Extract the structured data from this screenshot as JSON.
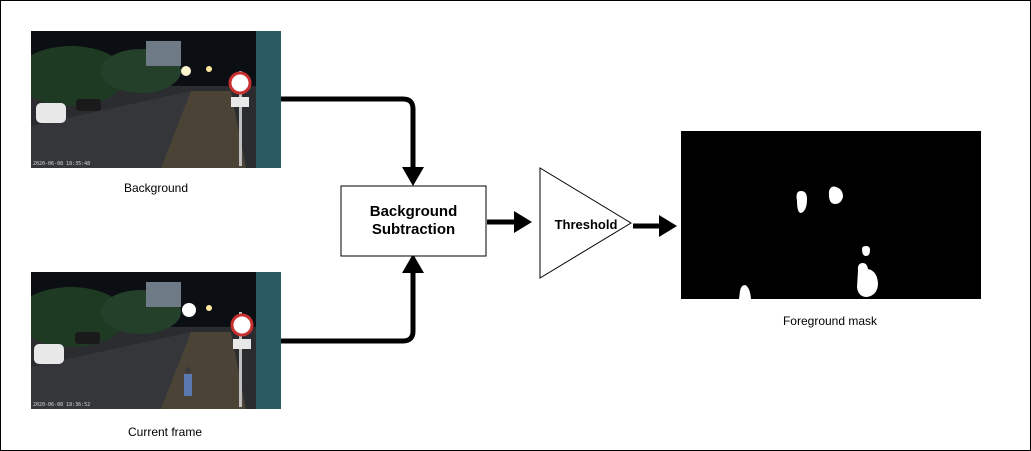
{
  "inputs": {
    "background": {
      "caption": "Background",
      "timestamp": "2020-06-08 18:35:48"
    },
    "current_frame": {
      "caption": "Current frame",
      "timestamp": "2020-06-08 18:36:52"
    }
  },
  "process": {
    "subtraction_line1": "Background",
    "subtraction_line2": "Subtraction",
    "threshold_label": "Threshold"
  },
  "output": {
    "caption": "Foreground mask"
  },
  "colors": {
    "arrow": "#000000",
    "mask_background": "#000000",
    "mask_blobs": "#ffffff"
  }
}
